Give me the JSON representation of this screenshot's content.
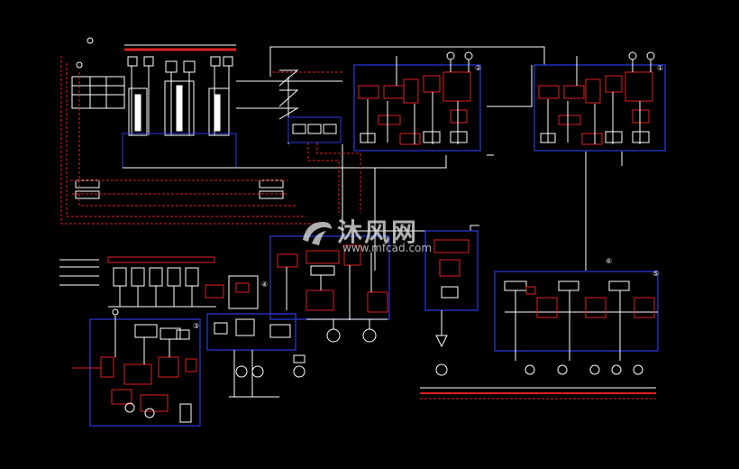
{
  "watermark": {
    "name": "沐风网",
    "url": "www.mfcad.com"
  },
  "labels": {
    "circuit_1": "①",
    "circuit_2": "②",
    "circuit_3": "③",
    "circuit_4": "④",
    "circuit_5": "⑤",
    "circuit_6": "⑥"
  },
  "colors": {
    "background": "#000000",
    "pipe_white": "#ffffff",
    "pipe_red": "#e02020",
    "boundary_blue": "#2a3ce6",
    "component_yellow": "#e8e04a"
  }
}
